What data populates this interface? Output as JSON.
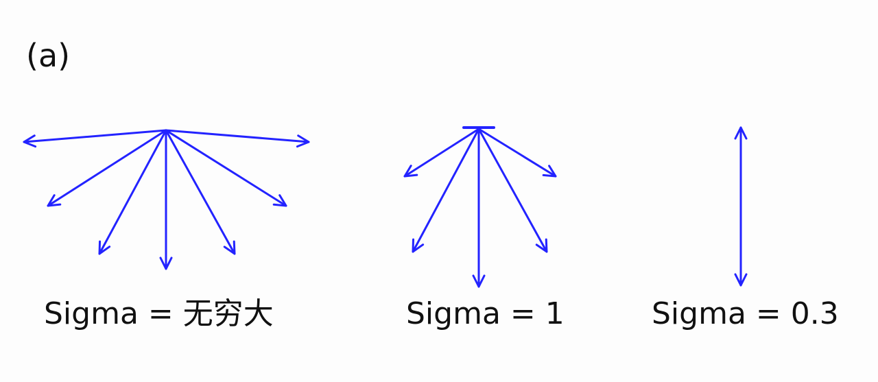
{
  "panel_label": "(a)",
  "arrow_color": "#2323ff",
  "captions": [
    "Sigma = 无穷大",
    "Sigma = 1",
    "Sigma = 0.3"
  ]
}
